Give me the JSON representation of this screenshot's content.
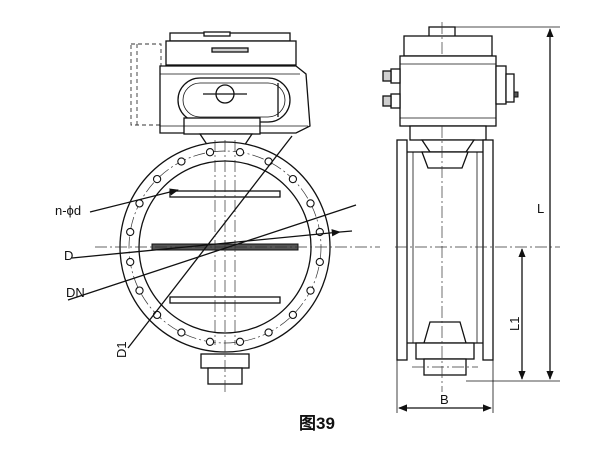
{
  "labels": {
    "holes": "n-ϕd",
    "d": "D",
    "dn": "DN",
    "d1": "D1",
    "l": "L",
    "l1": "L1",
    "b": "B"
  },
  "caption": "图39",
  "front_view": {
    "bolt_hole_count": 20
  }
}
